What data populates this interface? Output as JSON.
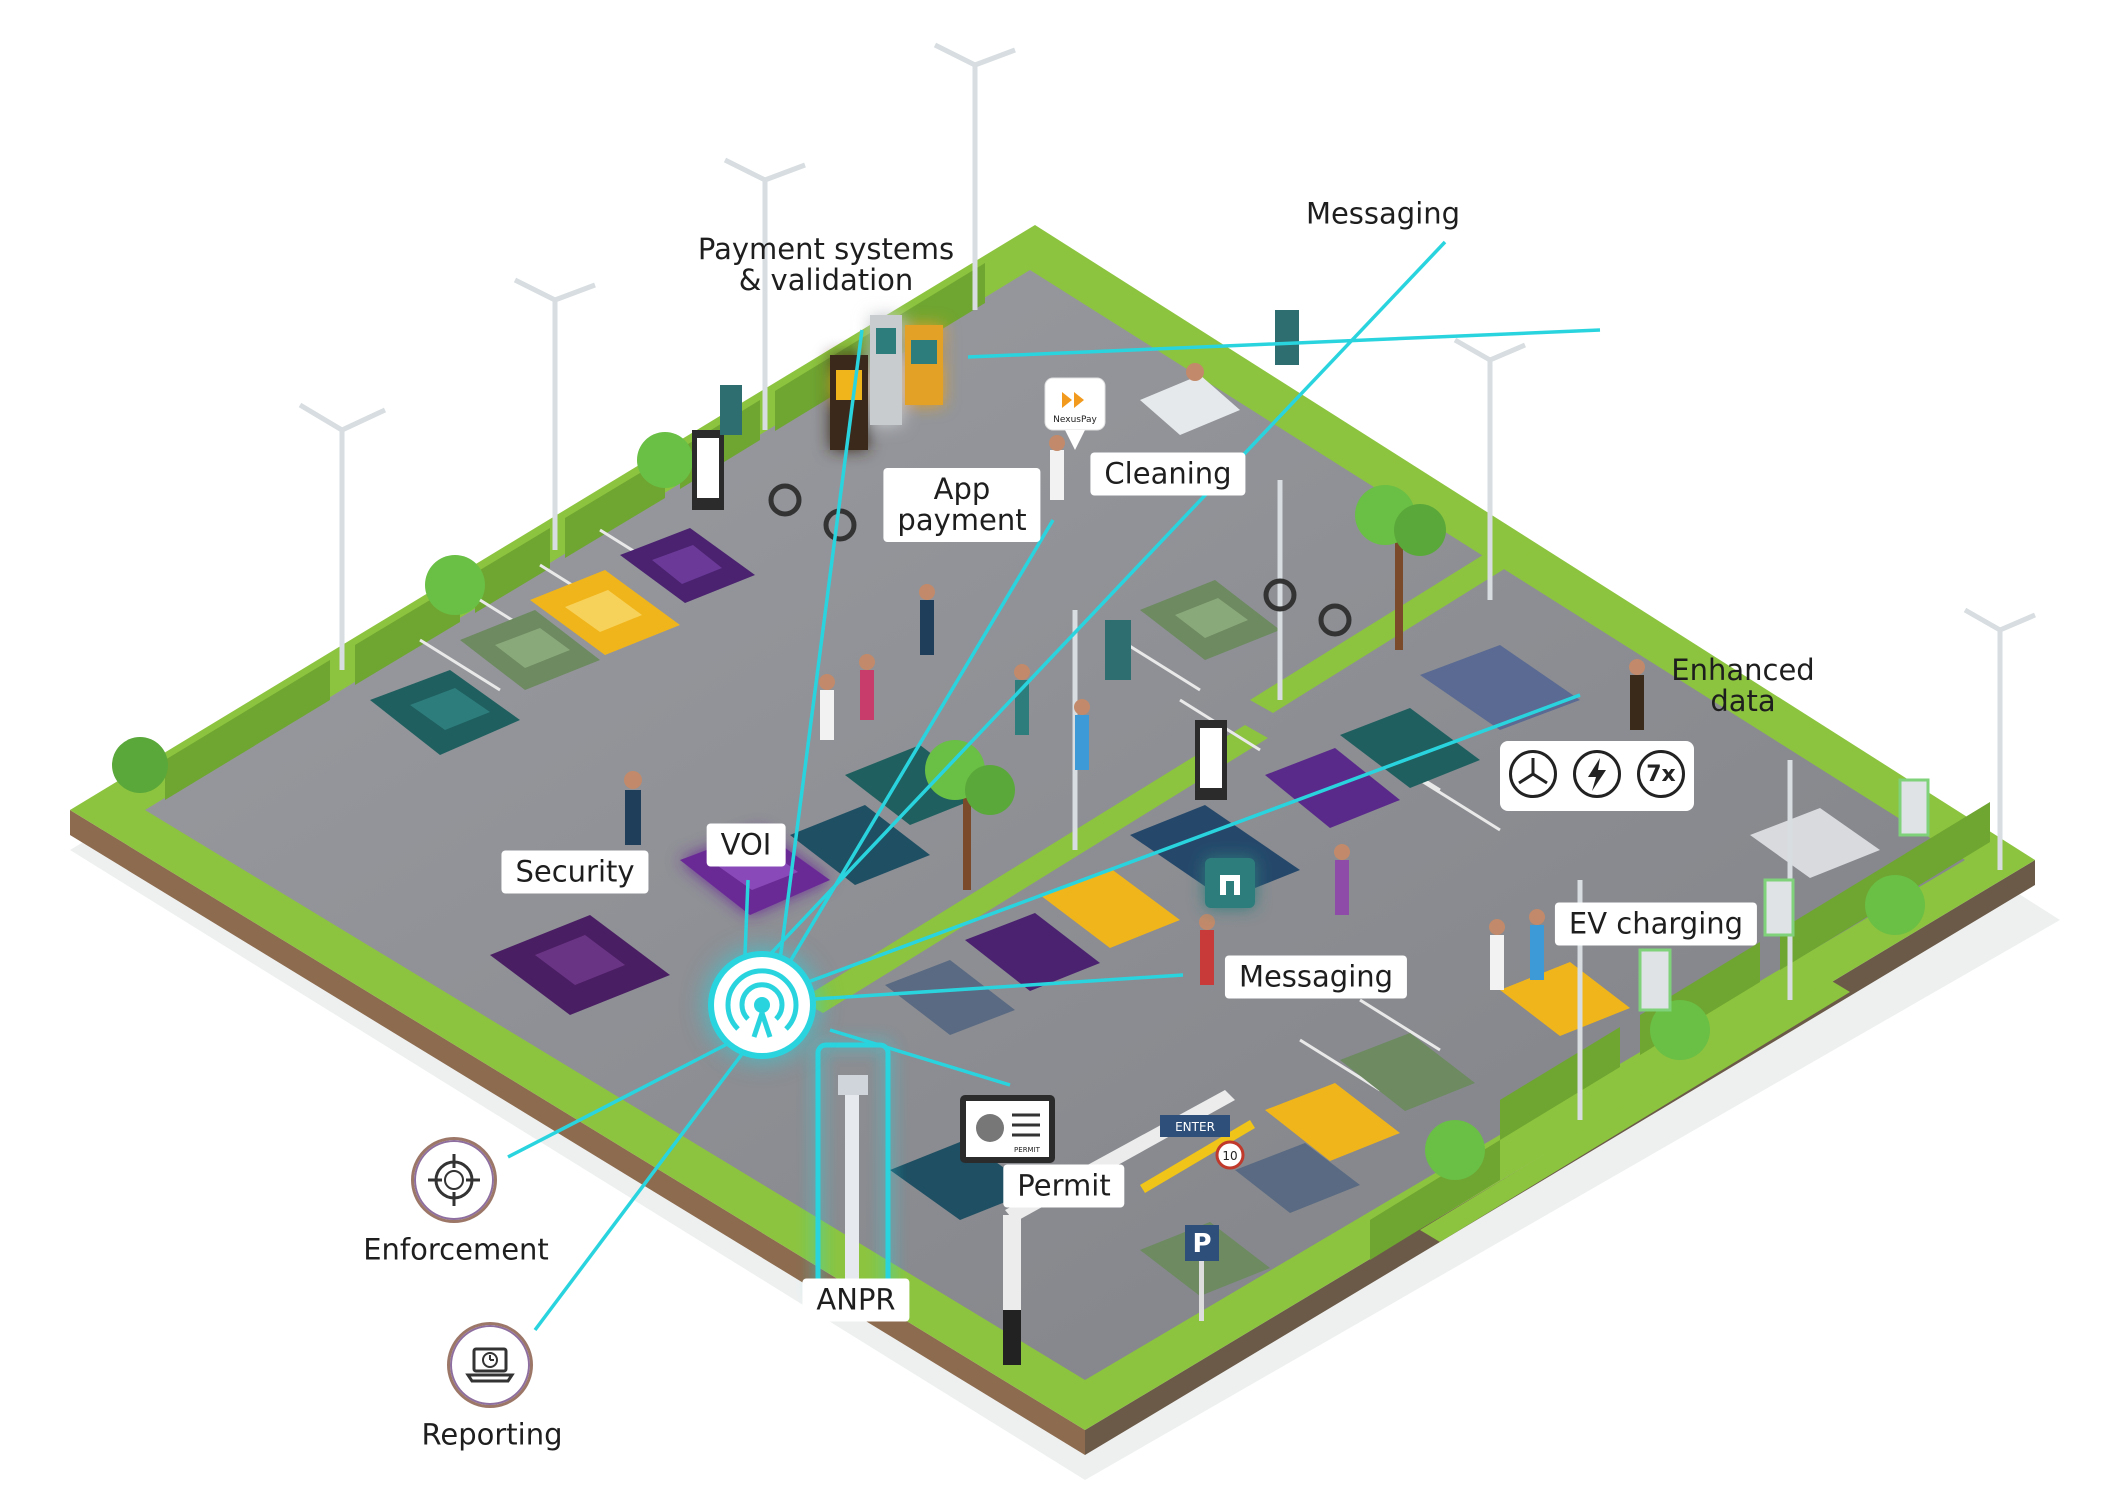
{
  "labels": {
    "payment_systems": "Payment systems\n& validation",
    "messaging_top": "Messaging",
    "app_payment": "App\npayment",
    "cleaning": "Cleaning",
    "enhanced_data": "Enhanced\ndata",
    "security": "Security",
    "voi": "VOI",
    "ev_charging": "EV charging",
    "messaging_bottom": "Messaging",
    "permit": "Permit",
    "enforcement": "Enforcement",
    "anpr": "ANPR",
    "reporting": "Reporting"
  },
  "badges": {
    "nexuspay": "NexusPay",
    "seven_x": "7x",
    "permit_card": "PERMIT",
    "enter_sign": "ENTER",
    "speed_limit": "10"
  },
  "icons": {
    "enforcement": "target-icon",
    "reporting": "laptop-clock-icon",
    "hub": "broadcast-tower-icon",
    "enhanced_data": [
      "mercedes-logo-icon",
      "lightning-icon",
      "seven-x-icon"
    ]
  },
  "colors": {
    "accent_line": "#2ad4df",
    "asphalt": "#8a8c91",
    "grass": "#8cc43f",
    "hedge": "#6fa531",
    "icon_ring": "#9c7768"
  }
}
